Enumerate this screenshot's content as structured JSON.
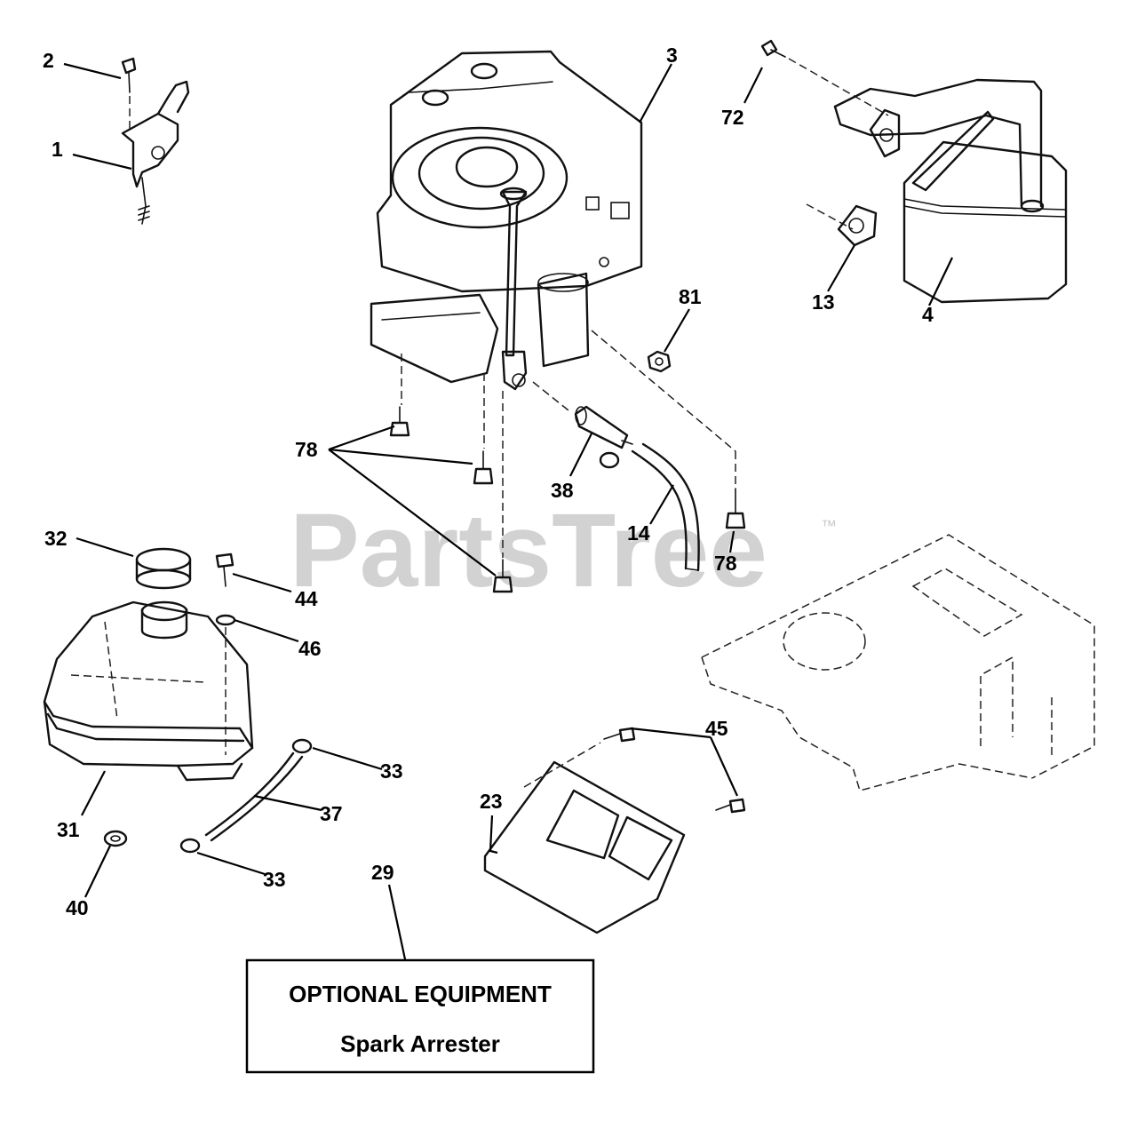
{
  "watermark": {
    "text": "PartsTree",
    "trademark": "™"
  },
  "optional_box": {
    "line1": "OPTIONAL EQUIPMENT",
    "line2": "Spark Arrester"
  },
  "callouts": {
    "c1": "1",
    "c2": "2",
    "c3": "3",
    "c4": "4",
    "c13": "13",
    "c14": "14",
    "c23": "23",
    "c29": "29",
    "c31": "31",
    "c32": "32",
    "c33a": "33",
    "c33b": "33",
    "c37": "37",
    "c38": "38",
    "c40": "40",
    "c44": "44",
    "c45": "45",
    "c46": "46",
    "c72": "72",
    "c78a": "78",
    "c78b": "78",
    "c81": "81"
  }
}
